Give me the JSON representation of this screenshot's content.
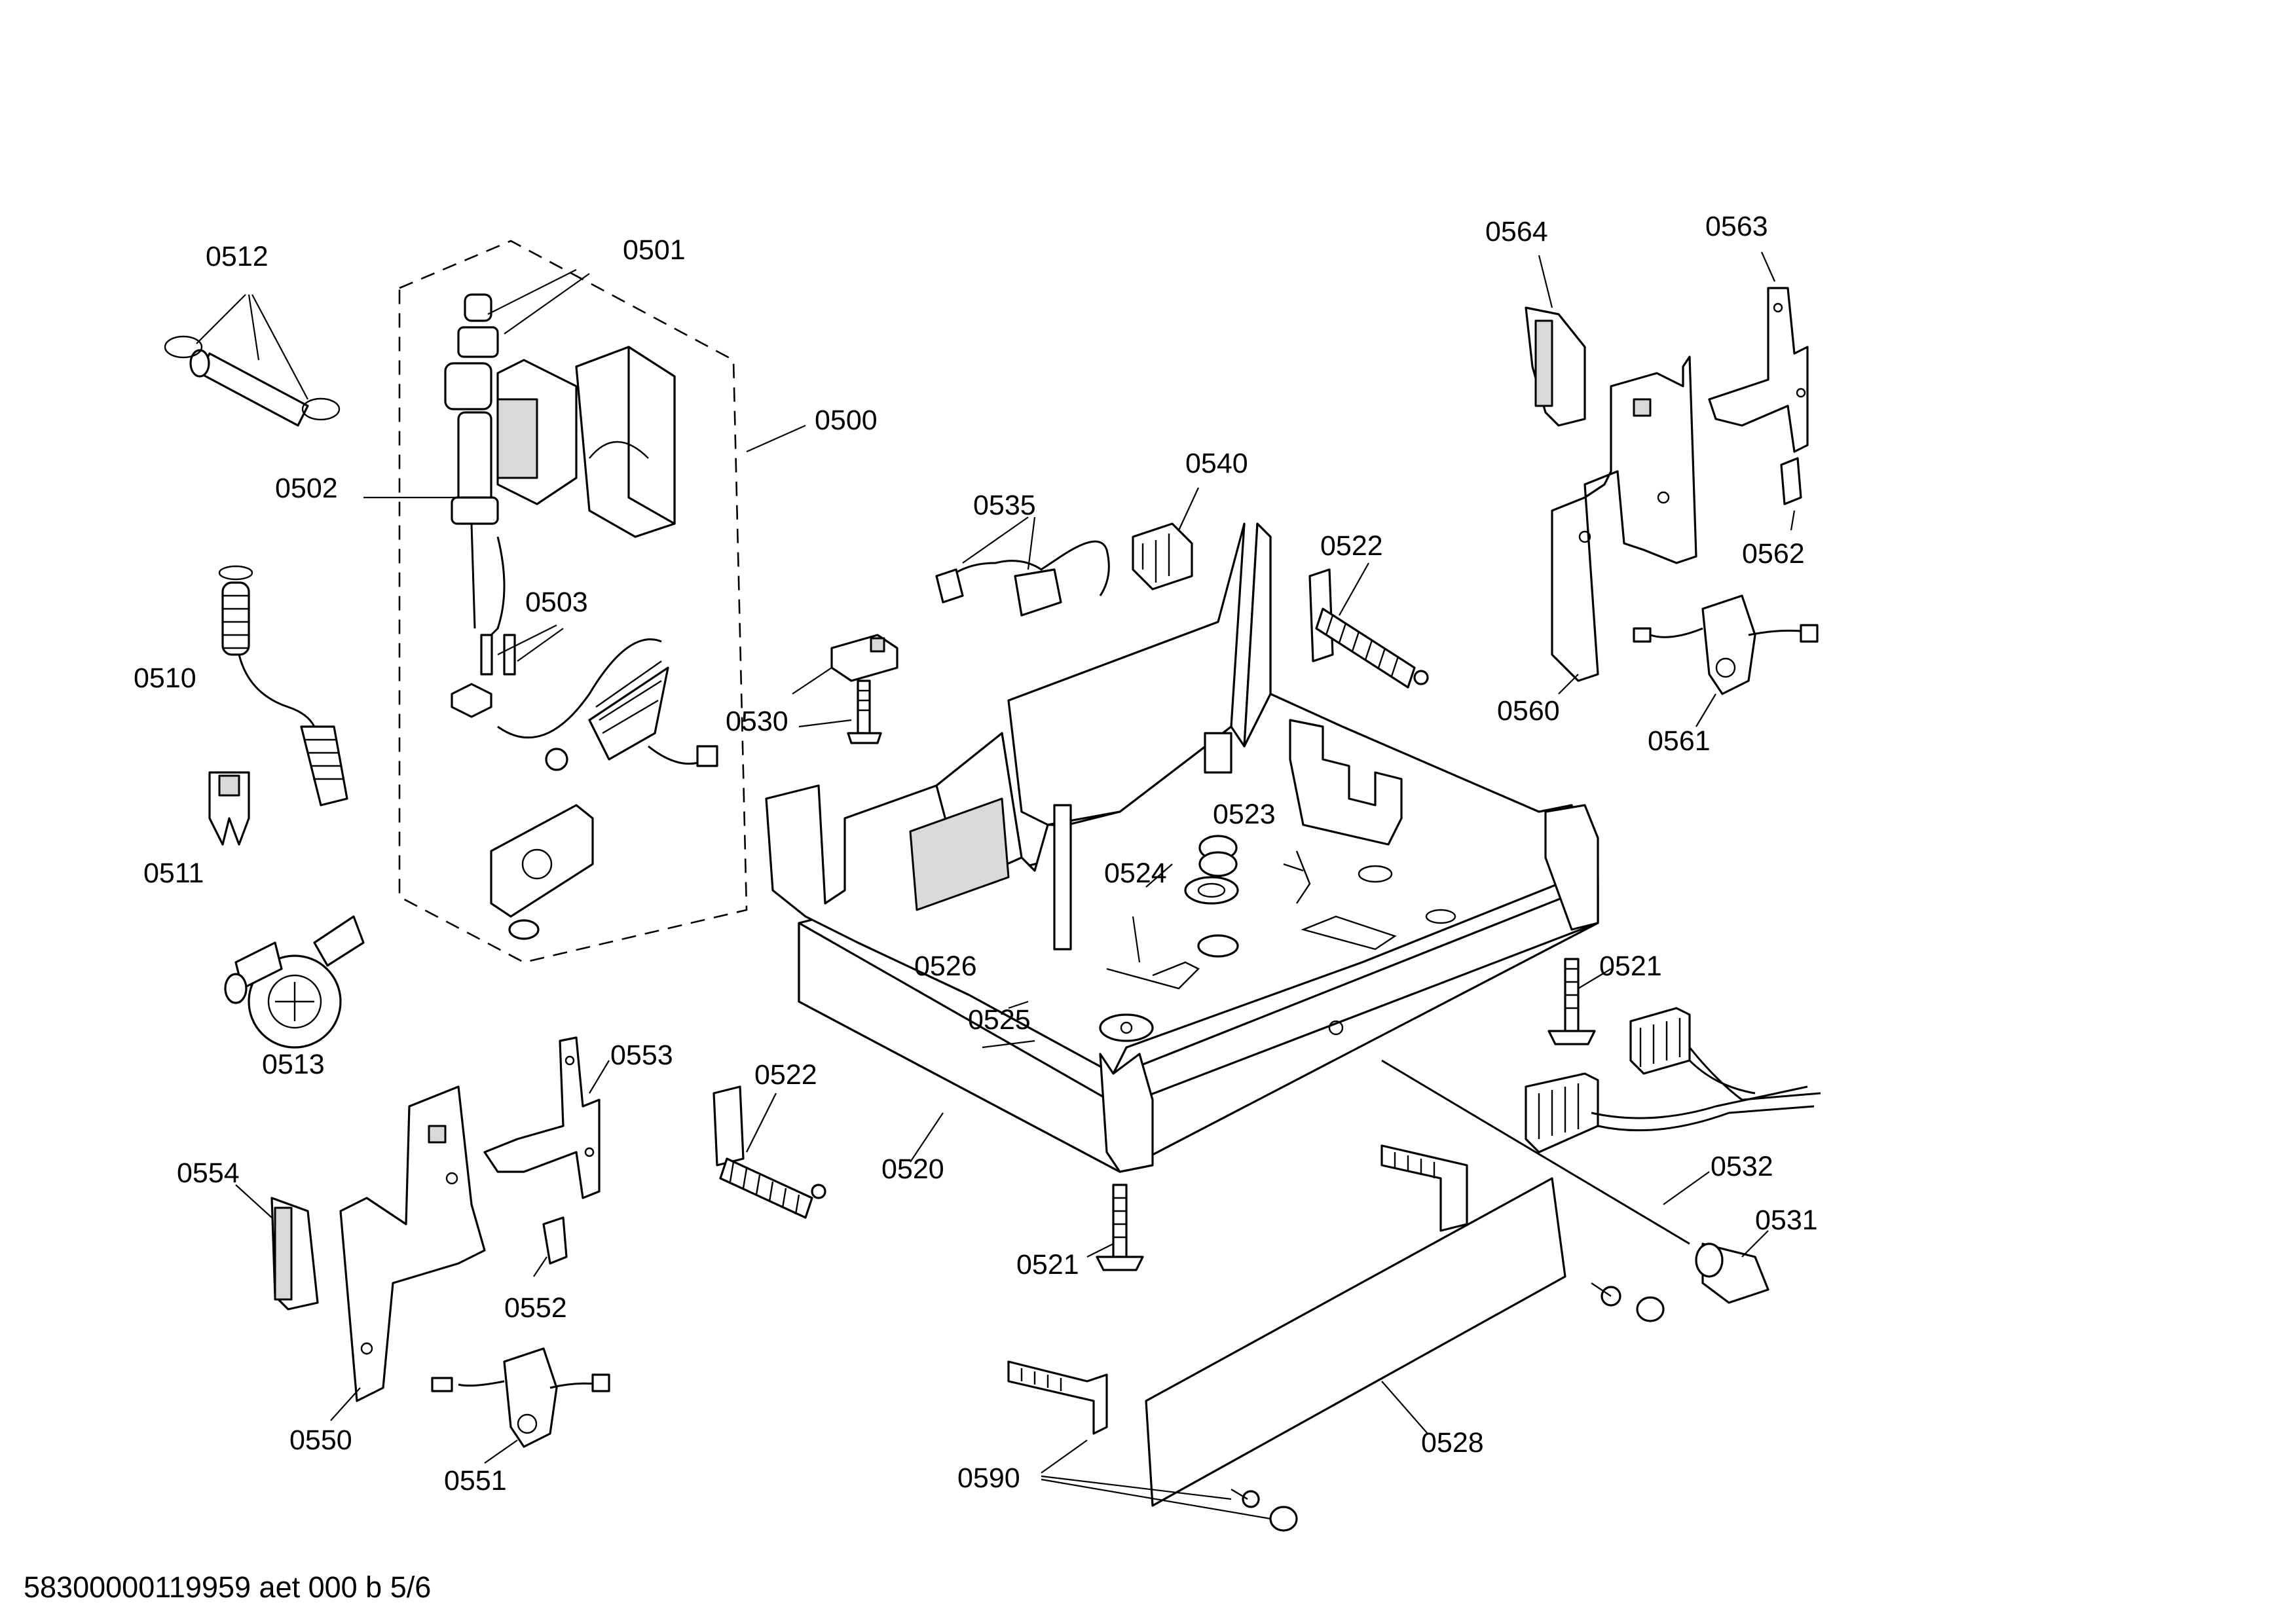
{
  "diagram": {
    "footer": "58300000119959 aet 000 b 5/6",
    "labels": {
      "p0500": "0500",
      "p0501": "0501",
      "p0502": "0502",
      "p0503": "0503",
      "p0510": "0510",
      "p0511": "0511",
      "p0512": "0512",
      "p0513": "0513",
      "p0520": "0520",
      "p0521a": "0521",
      "p0521b": "0521",
      "p0522a": "0522",
      "p0522b": "0522",
      "p0523": "0523",
      "p0524": "0524",
      "p0525": "0525",
      "p0526": "0526",
      "p0528": "0528",
      "p0530": "0530",
      "p0531": "0531",
      "p0532": "0532",
      "p0535": "0535",
      "p0540": "0540",
      "p0550": "0550",
      "p0551": "0551",
      "p0552": "0552",
      "p0553": "0553",
      "p0554": "0554",
      "p0560": "0560",
      "p0561": "0561",
      "p0562": "0562",
      "p0563": "0563",
      "p0564": "0564",
      "p0590": "0590"
    }
  }
}
